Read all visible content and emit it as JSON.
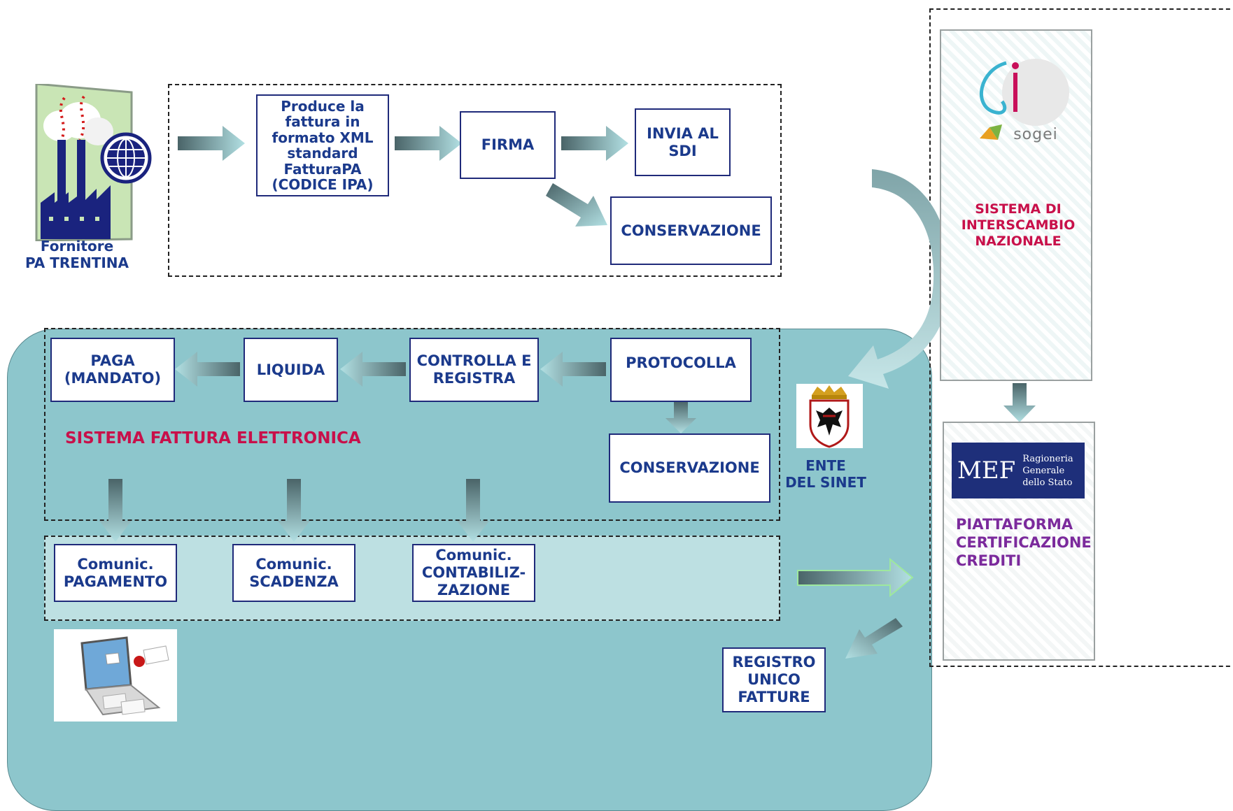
{
  "supplier": {
    "label": "Fornitore\nPA TRENTINA"
  },
  "supplier_flow": {
    "produce": "Produce la\nfattura in\nformato XML\nstandard\nFatturaPA\n(CODICE IPA)",
    "firma": "FIRMA",
    "invia": "INVIA AL\nSDI",
    "conservazione": "CONSERVAZIONE"
  },
  "sdi": {
    "logo_text": "sogei",
    "label": "SISTEMA DI\nINTERSCAMBIO\nNAZIONALE"
  },
  "mef": {
    "logo_mef": "MEF",
    "logo_text": "Ragioneria\nGenerale\ndello Stato",
    "label": "PIATTAFORMA\nCERTIFICAZIONE\nCREDITI"
  },
  "ente": {
    "label": "ENTE\nDEL SINET"
  },
  "ente_flow": {
    "paga": "PAGA\n(MANDATO)",
    "liquida": "LIQUIDA",
    "controlla": "CONTROLLA  E\nREGISTRA",
    "protocolla": "PROTOCOLLA",
    "conservazione": "CONSERVAZIONE",
    "system_title": "SISTEMA FATTURA  ELETTRONICA"
  },
  "communications": {
    "pagamento": "Comunic.\nPAGAMENTO",
    "scadenza": "Comunic.\nSCADENZA",
    "contabilizzazione": "Comunic.\nCONTABILIZ-\nZAZIONE"
  },
  "registro": {
    "label": "REGISTRO\nUNICO\nFATTURE"
  },
  "colors": {
    "panel": "#8dc6cc",
    "box_border": "#1f2a7a",
    "box_text": "#1b3a8c",
    "accent_red": "#c8104a",
    "accent_purple": "#7b2a9c",
    "arrow_dark": "#4a6468",
    "arrow_light": "#a6d8dc"
  }
}
